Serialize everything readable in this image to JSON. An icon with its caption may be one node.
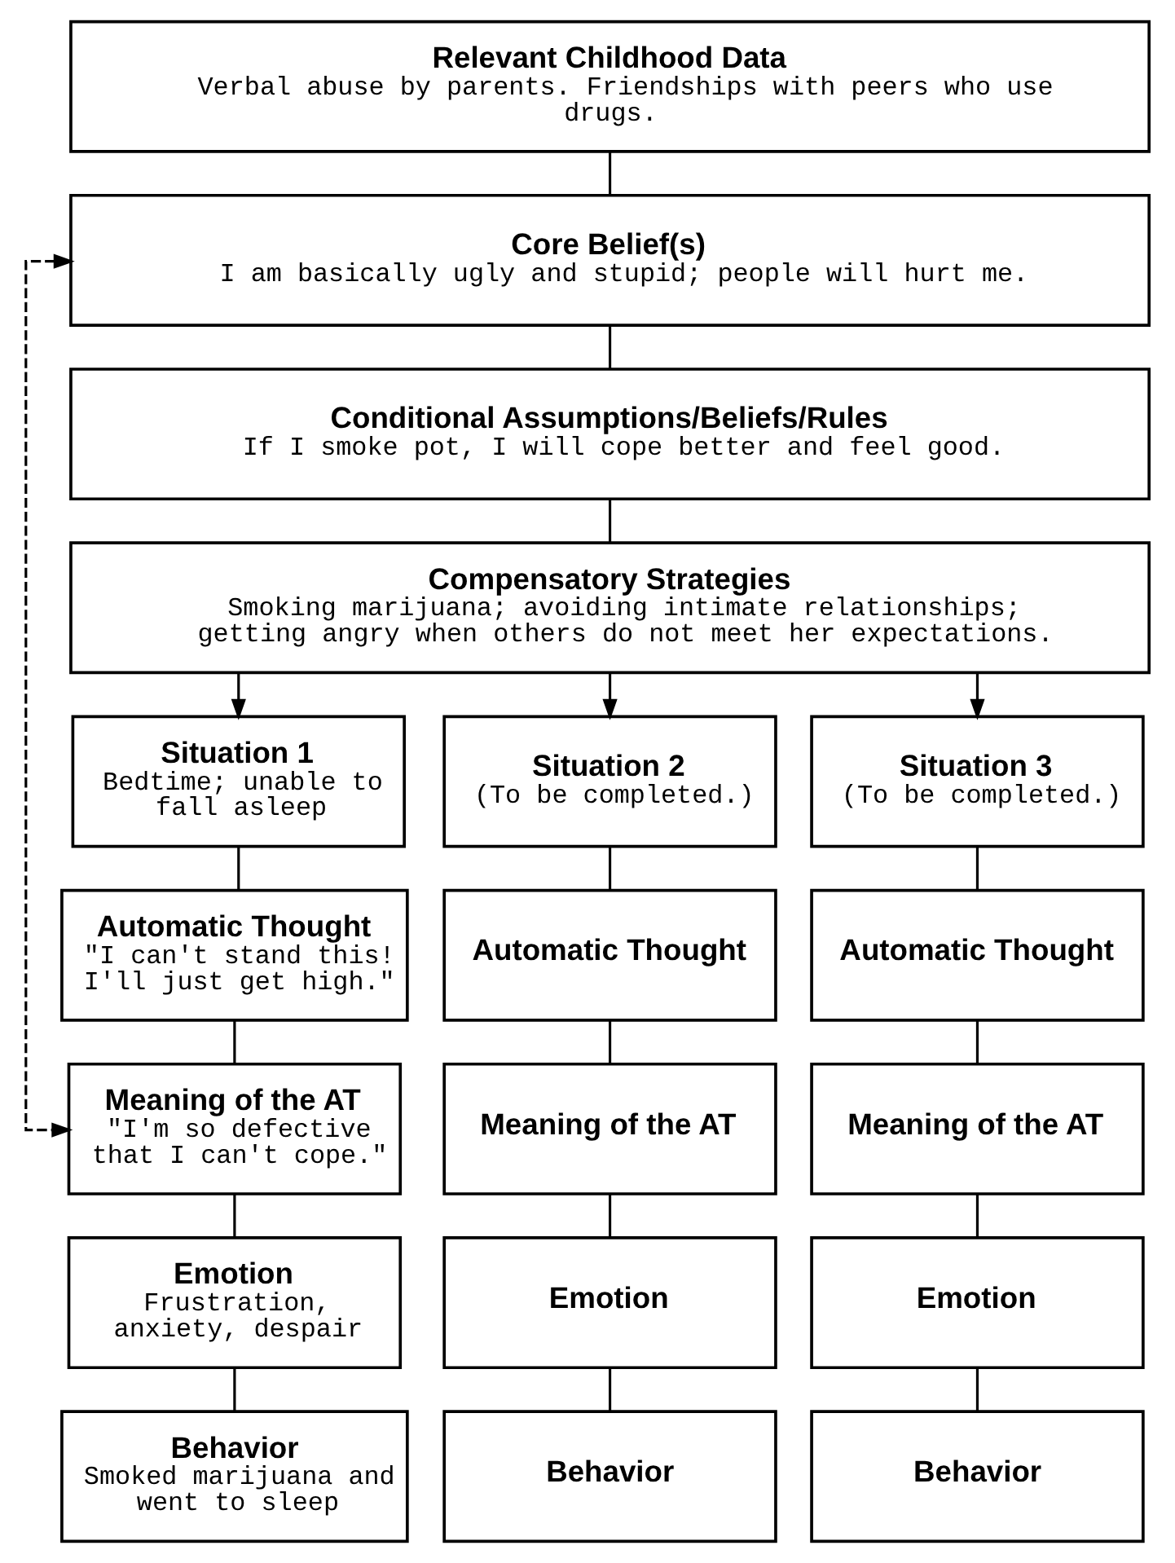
{
  "diagram": {
    "nodes": [
      {
        "text": [
          "Relevant Childhood Data",
          "Verbal abuse by parents. Friendships with peers who use drugs."
        ]
      },
      {
        "text": [
          "Core Belief(s)",
          "I am basically ugly and stupid; people will hurt me."
        ]
      },
      {
        "text": [
          "Conditional Assumptions/Beliefs/Rules",
          "If I smoke pot, I will cope better and feel good."
        ]
      },
      {
        "text": [
          "Compensatory Strategies",
          "Smoking marijuana; avoiding intimate relationships; getting angry when others do not meet her expectations."
        ]
      },
      {
        "text": [
          "Situation 1",
          "Bedtime; unable to fall asleep"
        ]
      },
      {
        "text": [
          "Situation 2",
          "(To be completed.)"
        ]
      },
      {
        "text": [
          "Situation 3",
          "(To be completed.)"
        ]
      },
      {
        "text": [
          "Automatic Thought",
          "\"I can't stand this! I'll just get high.\""
        ]
      },
      {
        "text": [
          "Automatic Thought"
        ]
      },
      {
        "text": [
          "Automatic Thought"
        ]
      },
      {
        "text": [
          "Meaning of the AT",
          "\"I'm so defective that I can't cope.\""
        ]
      },
      {
        "text": [
          "Meaning of the AT"
        ]
      },
      {
        "text": [
          "Meaning of the AT"
        ]
      },
      {
        "text": [
          "Emotion",
          "Frustration, anxiety, despair"
        ]
      },
      {
        "text": [
          "Emotion"
        ]
      },
      {
        "text": [
          "Emotion"
        ]
      },
      {
        "text": [
          "Behavior",
          "Smoked marijuana and went to sleep"
        ]
      },
      {
        "text": [
          "Behavior"
        ]
      },
      {
        "text": [
          "Behavior"
        ]
      }
    ],
    "edges": [
      {
        "from": 0,
        "to": 1,
        "arrow": "none"
      },
      {
        "from": 1,
        "to": 2,
        "arrow": "none"
      },
      {
        "from": 2,
        "to": 3,
        "arrow": "none"
      },
      {
        "from": 3,
        "to": 4,
        "arrow": "to"
      },
      {
        "from": 3,
        "to": 5,
        "arrow": "to"
      },
      {
        "from": 3,
        "to": 6,
        "arrow": "to"
      },
      {
        "from": 4,
        "to": 7,
        "arrow": "none"
      },
      {
        "from": 5,
        "to": 8,
        "arrow": "none"
      },
      {
        "from": 6,
        "to": 9,
        "arrow": "none"
      },
      {
        "from": 7,
        "to": 10,
        "arrow": "none"
      },
      {
        "from": 8,
        "to": 11,
        "arrow": "none"
      },
      {
        "from": 9,
        "to": 12,
        "arrow": "none"
      },
      {
        "from": 10,
        "to": 13,
        "arrow": "none"
      },
      {
        "from": 11,
        "to": 14,
        "arrow": "none"
      },
      {
        "from": 12,
        "to": 15,
        "arrow": "none"
      },
      {
        "from": 13,
        "to": 16,
        "arrow": "none"
      },
      {
        "from": 14,
        "to": 17,
        "arrow": "none"
      },
      {
        "from": 15,
        "to": 18,
        "arrow": "none"
      },
      {
        "from": 1,
        "to": 10,
        "arrow": "both",
        "style": "dashed"
      }
    ]
  }
}
